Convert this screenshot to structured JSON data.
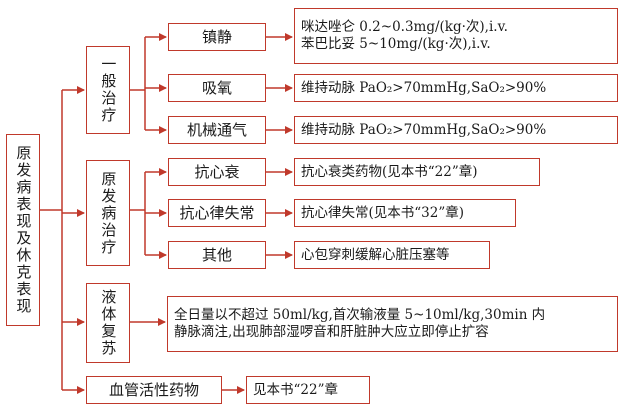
{
  "root": {
    "label": "原发病表现及休克表现"
  },
  "branches": [
    {
      "label": "一般治疗",
      "items": [
        {
          "label": "镇静",
          "detail_lines": [
            "咪达唑仑 0.2~0.3mg/(kg·次),i.v.",
            "苯巴比妥 5~10mg/(kg·次),i.v."
          ]
        },
        {
          "label": "吸氧",
          "detail_lines": [
            "维持动脉 PaO₂>70mmHg,SaO₂>90%"
          ]
        },
        {
          "label": "机械通气",
          "detail_lines": [
            "维持动脉 PaO₂>70mmHg,SaO₂>90%"
          ]
        }
      ]
    },
    {
      "label": "原发病治疗",
      "items": [
        {
          "label": "抗心衰",
          "detail_lines": [
            "抗心衰类药物(见本书“22”章)"
          ]
        },
        {
          "label": "抗心律失常",
          "detail_lines": [
            "抗心律失常(见本书“32”章)"
          ]
        },
        {
          "label": "其他",
          "detail_lines": [
            "心包穿刺缓解心脏压塞等"
          ]
        }
      ]
    },
    {
      "label": "液体复苏",
      "detail_lines": [
        "全日量以不超过 50ml/kg,首次输液量 5~10ml/kg,30min 内",
        "静脉滴注,出现肺部湿啰音和肝脏肿大应立即停止扩容"
      ]
    },
    {
      "label": "血管活性药物",
      "detail_lines": [
        "见本书“22”章"
      ]
    }
  ],
  "colors": {
    "box_border": "#c0392b",
    "connector": "#c0392b"
  }
}
